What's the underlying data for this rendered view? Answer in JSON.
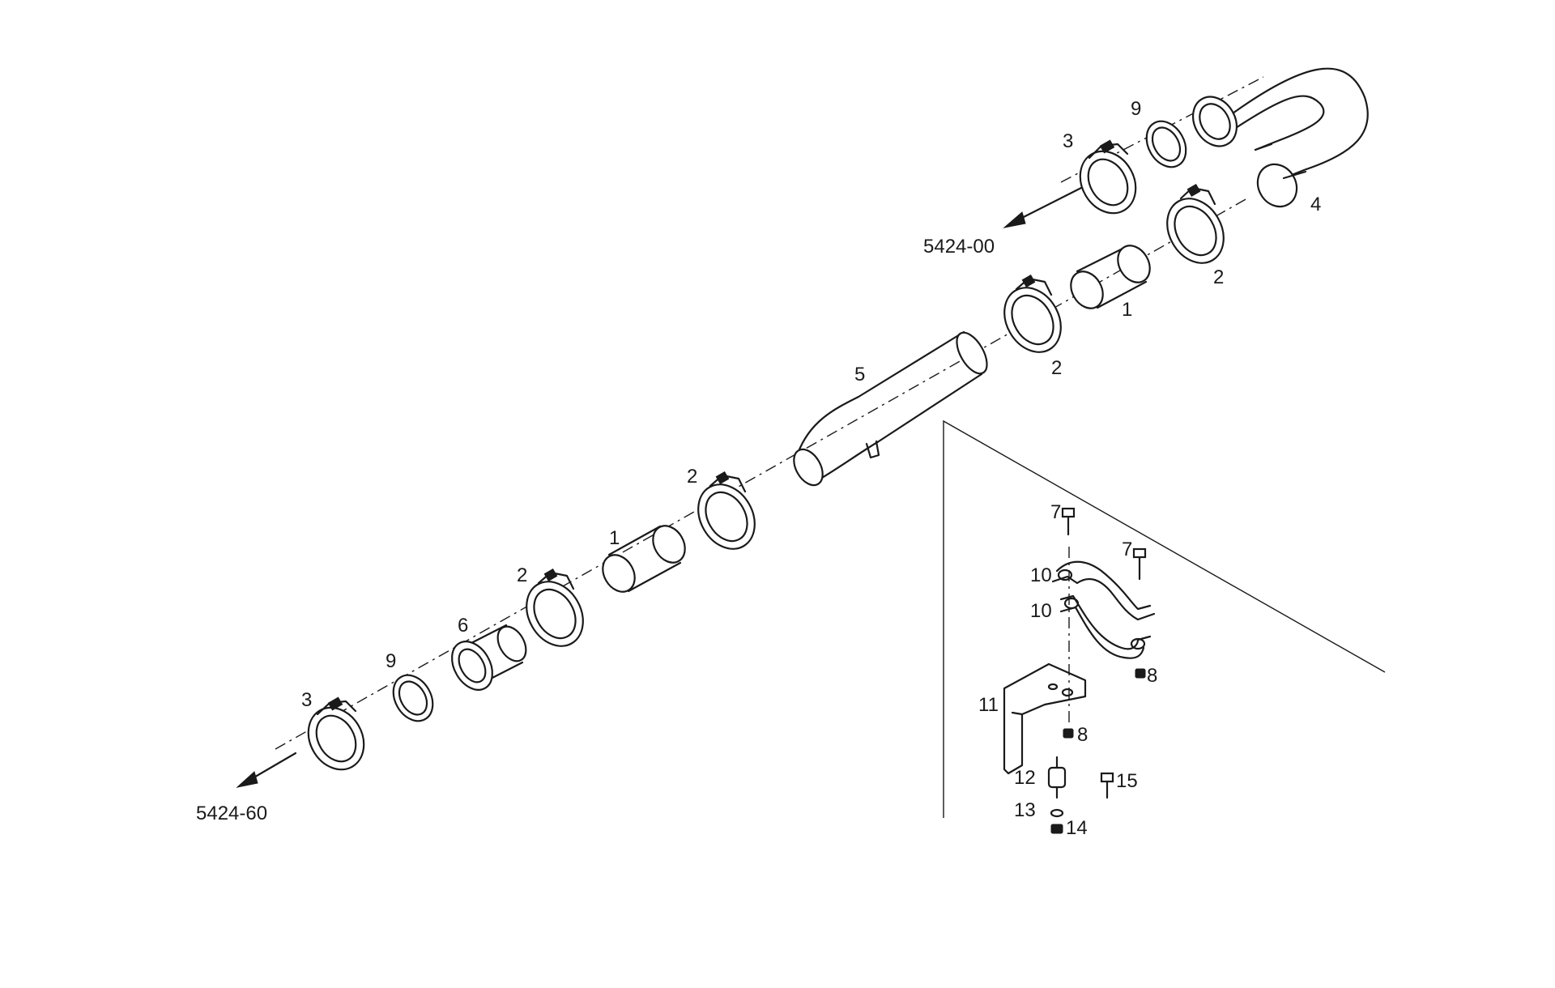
{
  "diagram": {
    "references": {
      "upper": "5424-00",
      "lower": "5424-60"
    },
    "callouts": {
      "c1a": "1",
      "c1b": "1",
      "c2a": "2",
      "c2b": "2",
      "c2c": "2",
      "c2d": "2",
      "c3a": "3",
      "c3b": "3",
      "c4": "4",
      "c5": "5",
      "c6": "6",
      "c7a": "7",
      "c7b": "7",
      "c8a": "8",
      "c8b": "8",
      "c9a": "9",
      "c9b": "9",
      "c10a": "10",
      "c10b": "10",
      "c11": "11",
      "c12": "12",
      "c13": "13",
      "c14": "14",
      "c15": "15"
    }
  }
}
